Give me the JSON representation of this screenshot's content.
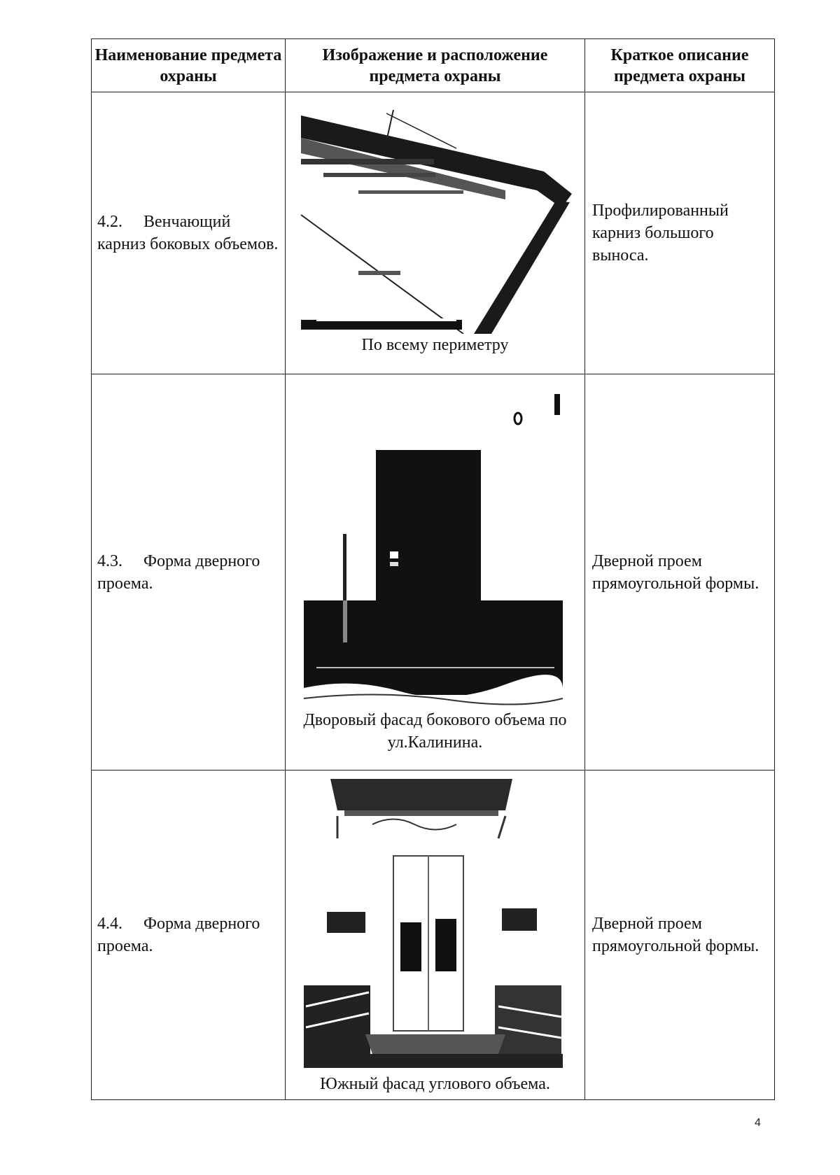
{
  "table": {
    "headers": [
      "Наименование предмета охраны",
      "Изображение и расположение предмета охраны",
      "Краткое описание предмета охраны"
    ],
    "rows": [
      {
        "number": "4.2.",
        "name": "Венчающий карниз боковых объемов.",
        "image": "cornice-photo",
        "caption": "По всему периметру",
        "description": "Профилированный карниз большого выноса."
      },
      {
        "number": "4.3.",
        "name": "Форма дверного проема.",
        "image": "door-courtyard-photo",
        "caption": "Дворовый фасад бокового объема по ул.Калинина.",
        "description": "Дверной проем прямоугольной формы."
      },
      {
        "number": "4.4.",
        "name": "Форма дверного проема.",
        "image": "door-south-photo",
        "caption": "Южный фасад углового объема.",
        "description": "Дверной проем прямоугольной формы."
      }
    ]
  },
  "page_number": "4"
}
